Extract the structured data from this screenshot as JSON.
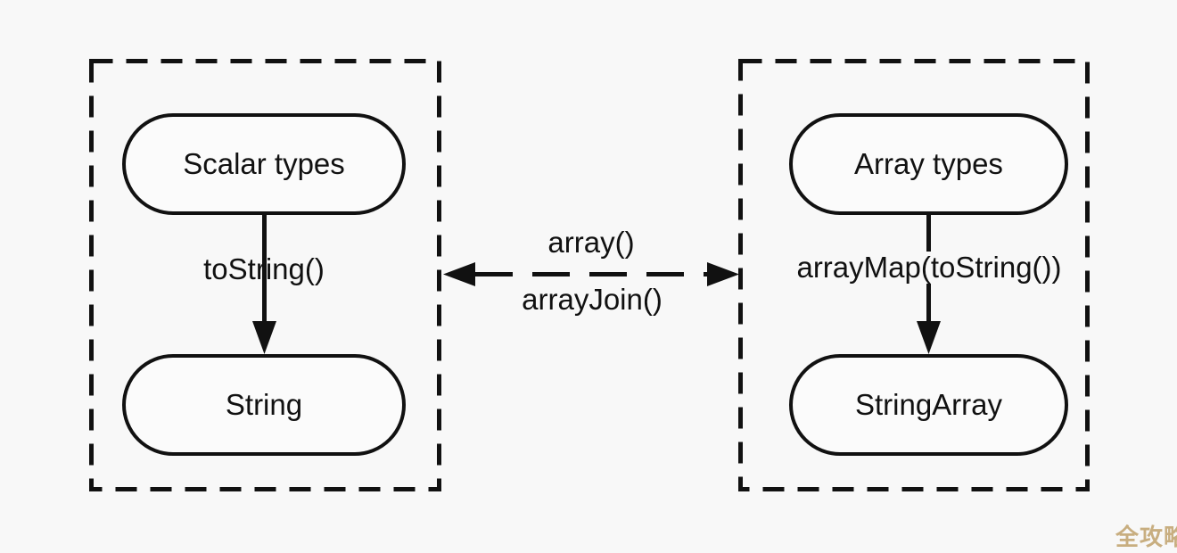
{
  "canvas": {
    "background_color": "#f8f8f8"
  },
  "colors": {
    "line": "#111111",
    "text": "#111111",
    "node_fill": "#fbfbfb",
    "watermark": "#c8ae80"
  },
  "scalar_group": {
    "top_node_label": "Scalar types",
    "edge_label": "toString()",
    "bottom_node_label": "String"
  },
  "array_group": {
    "top_node_label": "Array types",
    "edge_label": "arrayMap(toString())",
    "bottom_node_label": "StringArray"
  },
  "conversion_edge": {
    "top_label": "array()",
    "bottom_label": "arrayJoin()"
  },
  "watermark": {
    "text": "全攻略"
  }
}
